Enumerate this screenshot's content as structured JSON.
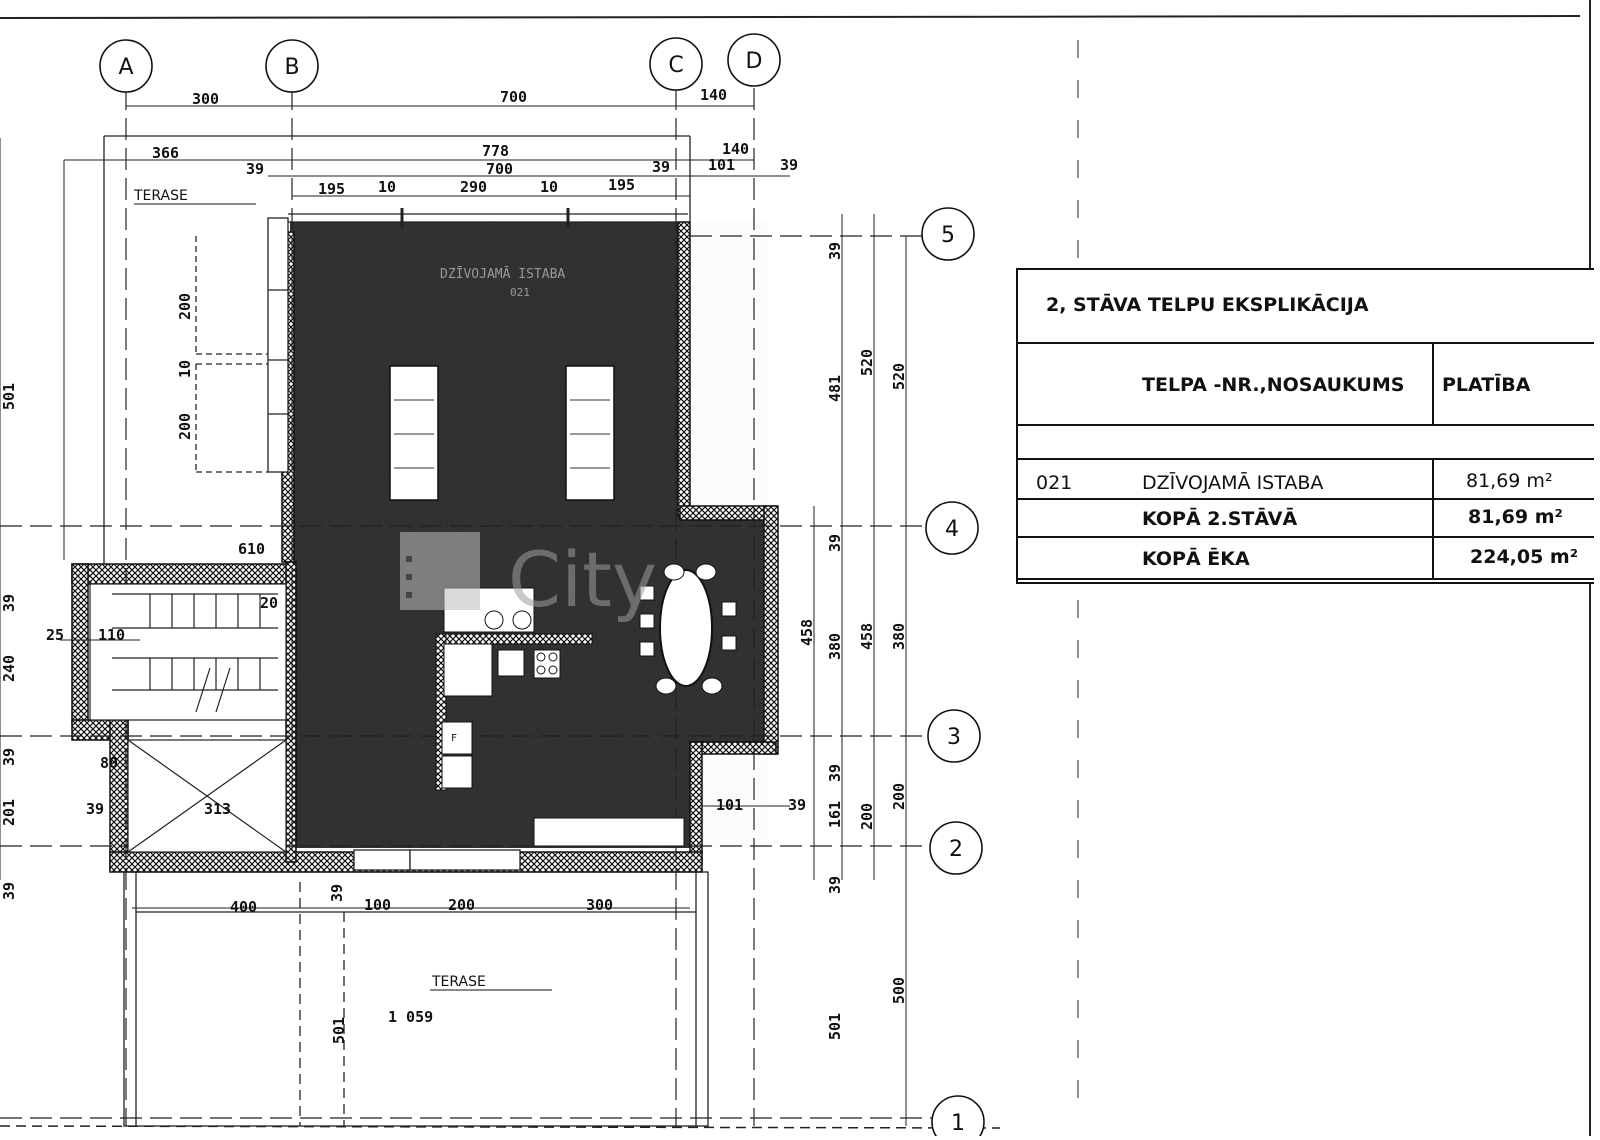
{
  "floorplan": {
    "axes_letters": [
      "A",
      "B",
      "C",
      "D"
    ],
    "axes_numbers": [
      "5",
      "4",
      "3",
      "2",
      "1"
    ],
    "room": {
      "name": "DZĪVOJAMĀ ISTABA",
      "number": "021"
    },
    "terrace_top_label": "TERASE",
    "terrace_bottom_label": "TERASE",
    "watermark": "City",
    "dims_top": [
      "300",
      "700",
      "140",
      "366",
      "778",
      "140",
      "39",
      "700",
      "39",
      "101",
      "39",
      "195",
      "10",
      "290",
      "10",
      "195"
    ],
    "dims_left_terrace": [
      "200",
      "10",
      "200",
      "610"
    ],
    "dims_stair": [
      "20",
      "25",
      "110",
      "80",
      "39",
      "313"
    ],
    "dims_right": [
      "39",
      "481",
      "520",
      "520",
      "39",
      "458",
      "380",
      "458",
      "380",
      "39",
      "161",
      "200",
      "200",
      "39",
      "101",
      "39",
      "501",
      "500"
    ],
    "dims_bottom": [
      "400",
      "39",
      "100",
      "200",
      "300",
      "501",
      "1 059"
    ],
    "dims_left_edge": [
      "39",
      "240",
      "39",
      "201",
      "39",
      "501"
    ],
    "fridge_label": "F"
  },
  "schedule": {
    "title": "2, STĀVA TELPU EKSPLIKĀCIJA",
    "header_name": "TELPA -NR.,NOSAUKUMS",
    "header_area": "PLATĪBA",
    "row_number": "021",
    "row_name": "DZĪVOJAMĀ ISTABA",
    "row_area": "81,69 m²",
    "floor_total_label": "KOPĀ 2.STĀVĀ",
    "floor_total_area": "81,69 m²",
    "building_total_label": "KOPĀ ĒKA",
    "building_total_area": "224,05 m²"
  }
}
